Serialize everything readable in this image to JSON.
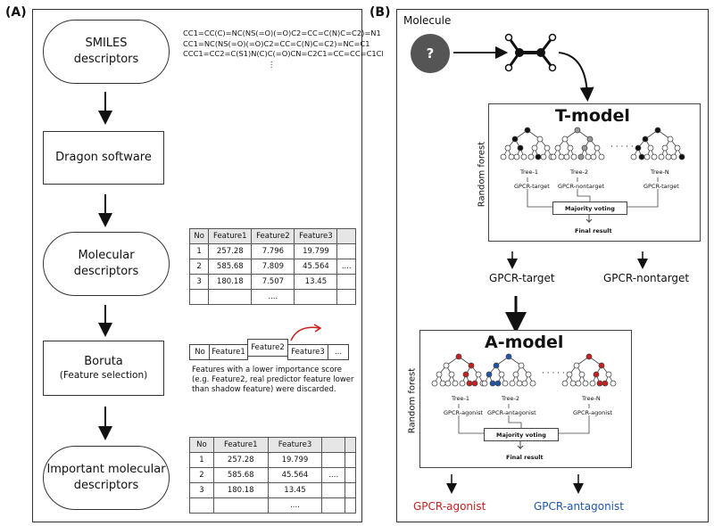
{
  "panel_a": {
    "label": "(A)",
    "smiles_box": "SMILES\ndescriptors",
    "smiles_lines": [
      "CC1=CC(C)=NC(NS(=O)(=O)C2=CC=C(N)C=C2)=N1",
      "CC1=NC(NS(=O)(=O)C2=CC=C(N)C=C2)=NC=C1",
      "CCC1=CC2=C(S1)N(C)C(=O)CN=C2C1=CC=CC=C1Cl",
      "⋮"
    ],
    "dragon_box": "Dragon software",
    "molecular_box": "Molecular\ndescriptors",
    "table1": {
      "header": [
        "No",
        "Feature1",
        "Feature2",
        "Feature3",
        ""
      ],
      "rows": [
        [
          "1",
          "257.28",
          "7.796",
          "19.799",
          ""
        ],
        [
          "2",
          "585.68",
          "7.809",
          "45.564",
          "...."
        ],
        [
          "3",
          "180.18",
          "7.507",
          "13.45",
          ""
        ],
        [
          "",
          "",
          "....",
          "",
          ""
        ]
      ]
    },
    "boruta_title": "Boruta",
    "boruta_sub": "(Feature selection)",
    "feature_strip": [
      "No",
      "Feature1",
      "Feature2",
      "Feature3",
      "..."
    ],
    "boruta_note_1": "Features with a lower importance score",
    "boruta_note_2": "(e.g. Feature2, real predictor feature lower",
    "boruta_note_3": "than shadow feature) were discarded.",
    "important_box": "Important molecular\ndescriptors",
    "table2": {
      "header": [
        "No",
        "Feature1",
        "Feature3",
        "",
        ""
      ],
      "rows": [
        [
          "1",
          "257.28",
          "19.799",
          "",
          ""
        ],
        [
          "2",
          "585.68",
          "45.564",
          "....",
          ""
        ],
        [
          "3",
          "180.18",
          "13.45",
          "",
          ""
        ],
        [
          "",
          "",
          "....",
          "",
          ""
        ]
      ]
    }
  },
  "panel_b": {
    "label": "(B)",
    "molecule_label": "Molecule",
    "molecule_symbol": "?",
    "t_model": {
      "title": "T-model",
      "side": "Random forest",
      "tree_labels": [
        "Tree-1",
        "Tree-2",
        "Tree-N"
      ],
      "class_labels": [
        "GPCR-target",
        "GPCR-nontarget",
        "GPCR-target"
      ],
      "dots": "· · · · ·",
      "voting": "Majority voting",
      "final": "Final result"
    },
    "t_outputs": [
      "GPCR-target",
      "GPCR-nontarget"
    ],
    "a_model": {
      "title": "A-model",
      "side": "Random forest",
      "tree_labels": [
        "Tree-1",
        "Tree-2",
        "Tree-N"
      ],
      "class_labels": [
        "GPCR-agonist",
        "GPCR-antagonist",
        "GPCR-agonist"
      ],
      "dots": "· · · · ·",
      "voting": "Majority voting",
      "final": "Final result"
    },
    "a_outputs": [
      "GPCR-agonist",
      "GPCR-antagonist"
    ],
    "colors": {
      "agonist": "#c8201f",
      "antagonist": "#1f57a8"
    }
  }
}
